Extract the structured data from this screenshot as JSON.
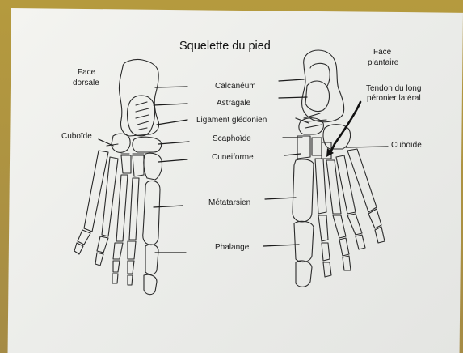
{
  "diagram": {
    "title": "Squelette du pied",
    "left_view": {
      "line1": "Face",
      "line2": "dorsale"
    },
    "right_view": {
      "line1": "Face",
      "line2": "plantaire"
    },
    "labels": {
      "calcaneum": "Calcanéum",
      "astragale": "Astragale",
      "ligament": "Ligament glédonien",
      "scaphoide": "Scaphoïde",
      "cuneiforme": "Cuneiforme",
      "metatarsien": "Métatarsien",
      "phalange": "Phalange",
      "cuboide_left": "Cuboïde",
      "cuboide_right": "Cuboïde",
      "tendon_line1": "Tendon du long",
      "tendon_line2": "péronier latéral"
    }
  },
  "colors": {
    "ink": "#1c1c1c",
    "paper": "#eeeeeb",
    "background": "#a8914a"
  }
}
